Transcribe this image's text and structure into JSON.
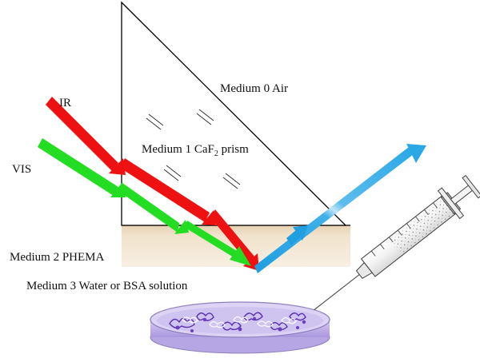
{
  "labels": {
    "medium0": "Medium 0 Air",
    "medium1_main": "Medium 1 CaF",
    "medium1_sub": "2",
    "medium1_tail": " prism",
    "medium2": "Medium 2 PHEMA",
    "medium3": "Medium 3 Water or BSA solution",
    "ir": "IR",
    "vis": "VIS"
  },
  "colors": {
    "ir_beam": "#ee1111",
    "vis_beam": "#22dd22",
    "output_beam": "#2aa8e6",
    "phema_layer": "#efe0c8",
    "prism_edge": "#000000",
    "dish_liquid": "#c7b6ea",
    "protein": "#6a3fbf"
  },
  "icons": {
    "prism": "triangular-prism",
    "syringe": "syringe-icon",
    "dish": "petri-dish-icon"
  }
}
